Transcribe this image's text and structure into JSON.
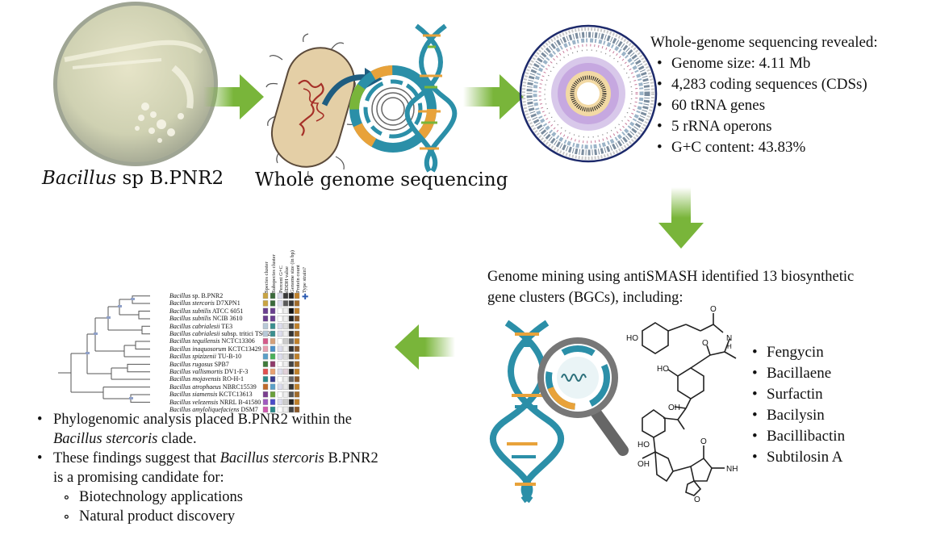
{
  "panel1": {
    "caption_italic": "Bacillus",
    "caption_rest": " sp B.PNR2"
  },
  "panel2": {
    "caption": "Whole genome sequencing"
  },
  "panel3": {
    "heading": "Whole-genome sequencing revealed:",
    "facts": [
      "Genome size: 4.11 Mb",
      "4,283 coding sequences (CDSs)",
      "60 tRNA genes",
      "5 rRNA operons",
      "G+C content: 43.83%"
    ]
  },
  "panel4": {
    "heading_line1": "Genome mining using antiSMASH identified 13 biosynthetic",
    "heading_line2": "gene clusters (BGCs), including:",
    "bgcs": [
      "Fengycin",
      "Bacillaene",
      "Surfactin",
      "Bacilysin",
      "Bacillibactin",
      "Subtilosin A"
    ],
    "chem_labels": {
      "ho1": "HO",
      "nh1": "N",
      "h1": "H",
      "o1": "O",
      "ho2": "HO",
      "o2": "O",
      "o3": "OH",
      "ho3": "HO",
      "nh2": "NH",
      "o4": "O",
      "oh4": "OH",
      "o5": "O"
    }
  },
  "panel5": {
    "columns": [
      "Species cluster",
      "Subspecies cluster",
      "Percent G+C",
      "dDDH value",
      "Genome size (in bp)",
      "Protein count",
      "Type strain?"
    ],
    "strains": [
      {
        "genus": "Bacillus",
        "rest": " sp. B.PNR2"
      },
      {
        "genus": "Bacillus stercoris",
        "rest": " D7XPN1"
      },
      {
        "genus": "Bacillus subtilis",
        "rest": " ATCC 6051"
      },
      {
        "genus": "Bacillus subtilis",
        "rest": " NCIB 3610"
      },
      {
        "genus": "Bacillus cabrialesii",
        "rest": " TE3"
      },
      {
        "genus": "Bacillus cabrialesii",
        "rest": " subsp. tritici TSO2"
      },
      {
        "genus": "Bacillus tequilensis",
        "rest": " NCTC13306"
      },
      {
        "genus": "Bacillus inaquosorum",
        "rest": " KCTC13429"
      },
      {
        "genus": "Bacillus spizizenii",
        "rest": " TU-B-10"
      },
      {
        "genus": "Bacillus rugosus",
        "rest": " SPB7"
      },
      {
        "genus": "Bacillus vallismortis",
        "rest": " DV1-F-3"
      },
      {
        "genus": "Bacillus mojavensis",
        "rest": " RO-H-1"
      },
      {
        "genus": "Bacillus atrophaeus",
        "rest": " NBRC15539"
      },
      {
        "genus": "Bacillus siamensis",
        "rest": " KCTC13613"
      },
      {
        "genus": "Bacillus velezensis",
        "rest": " NRRL B-41580"
      },
      {
        "genus": "Bacillus amyloliquefaciens",
        "rest": " DSM7"
      }
    ],
    "finding1_a": "Phylogenomic analysis placed B.PNR2 within the",
    "finding1_b_italic": "Bacillus stercoris",
    "finding1_b_rest": " clade.",
    "finding2_a": "These findings suggest that ",
    "finding2_italic": "Bacillus stercoris",
    "finding2_rest": " B.PNR2",
    "finding2_c": "is a promising candidate for:",
    "applications": [
      "Biotechnology applications",
      "Natural product discovery"
    ]
  },
  "colors": {
    "arrow": "#79b53a",
    "dna_blue": "#2b8fa8",
    "dna_orange": "#e8a23a",
    "navy": "#1d2a6b"
  }
}
